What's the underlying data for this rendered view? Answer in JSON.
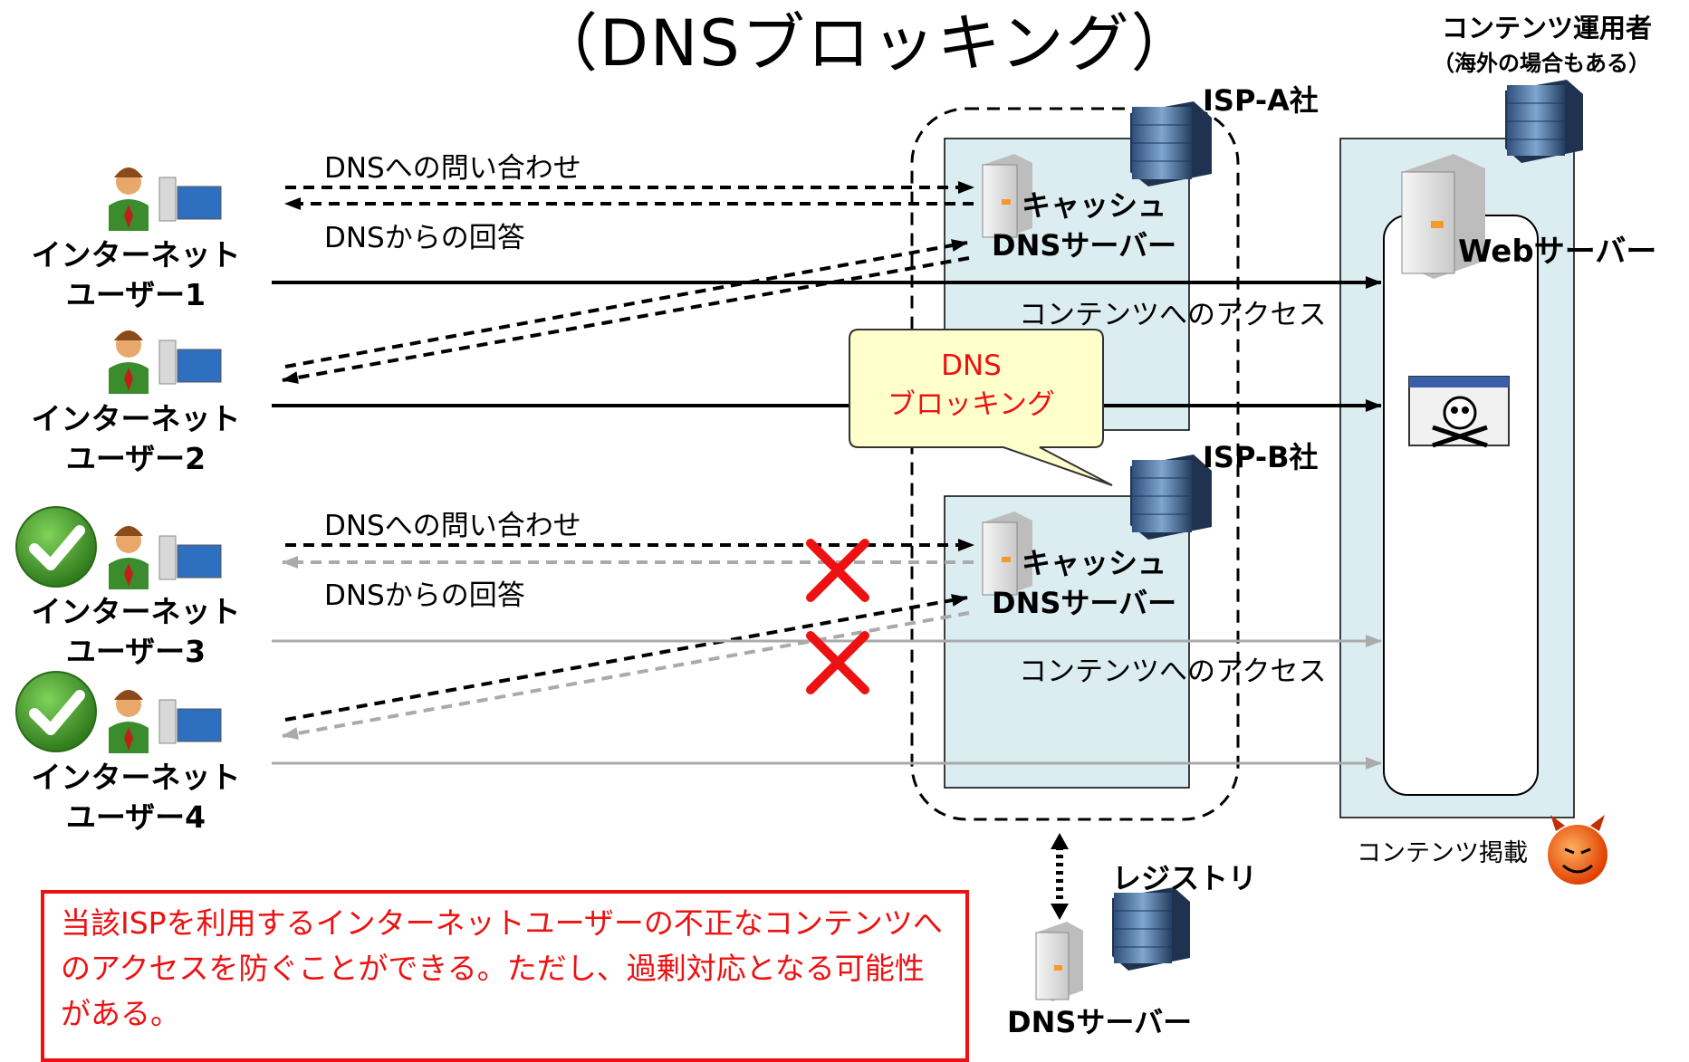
{
  "title": "（DNSブロッキング）",
  "operator": {
    "line1": "コンテンツ運用者",
    "line2": "（海外の場合もある）"
  },
  "isp_a": {
    "name": "ISP-A社",
    "cache_line1": "キャッシュ",
    "cache_line2": "DNSサーバー"
  },
  "isp_b": {
    "name": "ISP-B社",
    "cache_line1": "キャッシュ",
    "cache_line2": "DNSサーバー"
  },
  "web_server_label": "Webサーバー",
  "content_posting_label": "コンテンツ掲載",
  "registry": {
    "name": "レジストリ",
    "server": "DNSサーバー"
  },
  "flows": {
    "dns_query": "DNSへの問い合わせ",
    "dns_answer": "DNSからの回答",
    "content_access": "コンテンツへのアクセス"
  },
  "users": [
    {
      "line1": "インターネット",
      "line2": "ユーザー1",
      "blocked": false
    },
    {
      "line1": "インターネット",
      "line2": "ユーザー2",
      "blocked": false
    },
    {
      "line1": "インターネット",
      "line2": "ユーザー3",
      "blocked": true
    },
    {
      "line1": "インターネット",
      "line2": "ユーザー4",
      "blocked": true
    }
  ],
  "callout": {
    "line1": "DNS",
    "line2": "ブロッキング"
  },
  "note": "当該ISPを利用するインターネットユーザーの不正なコンテンツへのアクセスを防ぐことができる。ただし、過剰対応となる可能性がある。",
  "colors": {
    "panel": "#dcedf2",
    "arrow_black": "#000000",
    "arrow_gray": "#aaaaaa",
    "block_red": "#ee1111",
    "callout_fill": "#ffffcc",
    "check_green": "#4aa02c",
    "note_red": "#ee1111"
  }
}
